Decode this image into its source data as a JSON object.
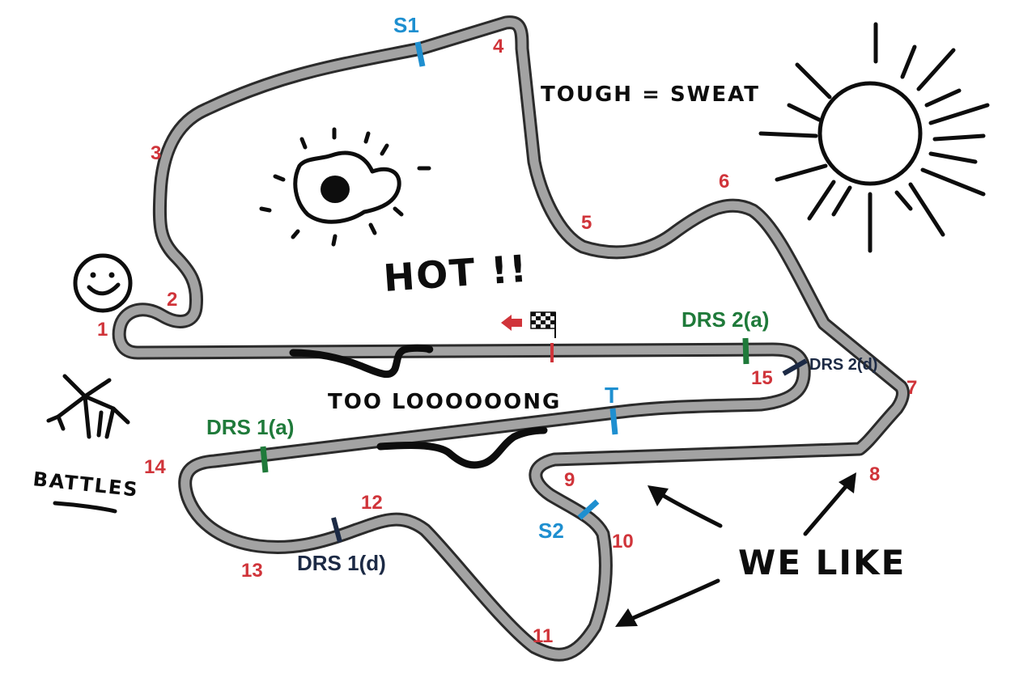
{
  "colors": {
    "turn": "#d0343a",
    "sector": "#1e8fd0",
    "drs_activation": "#1f7a3a",
    "drs_detection": "#1c2a45",
    "ink": "#0d0d0d",
    "track": "#a3a3a3",
    "start_arrow": "#d0343a"
  },
  "turns": [
    "1",
    "2",
    "3",
    "4",
    "5",
    "6",
    "7",
    "8",
    "9",
    "10",
    "11",
    "12",
    "13",
    "14",
    "15"
  ],
  "markers": {
    "s1": "S1",
    "s2": "S2",
    "t": "T",
    "drs1a": "DRS 1(a)",
    "drs1d": "DRS 1(d)",
    "drs2a": "DRS 2(a)",
    "drs2d": "DRS 2(d)"
  },
  "notes": {
    "tough": "TOUGH = SWEAT",
    "hot": "HOT !!",
    "too_long": "TOO LOOOOOONG",
    "battles": "BATTLES",
    "we_like": "WE LIKE"
  },
  "icons": [
    "sun-icon",
    "fried-egg-icon",
    "smiley-face-icon",
    "stick-figure-icon",
    "checkered-flag-icon",
    "direction-arrow-icon"
  ]
}
